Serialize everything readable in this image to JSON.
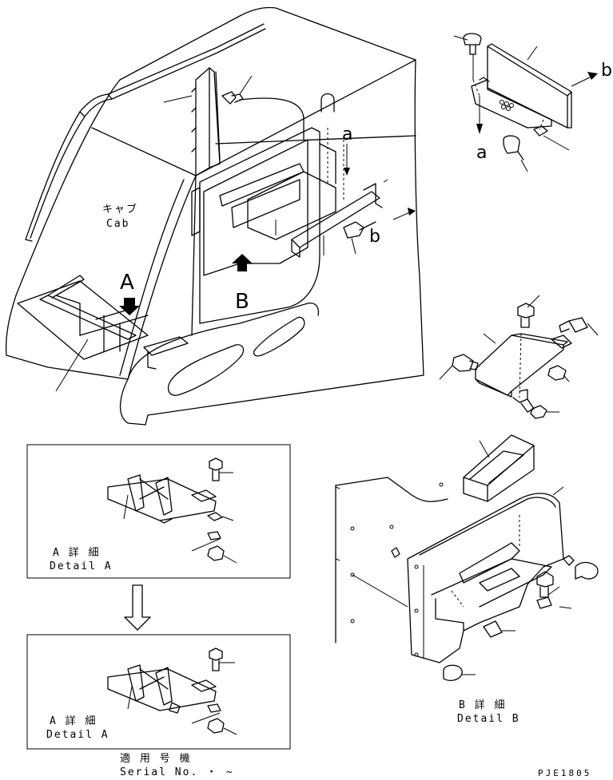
{
  "labels": {
    "cab_jp": "キャブ",
    "cab_en": "Cab",
    "view_a": "A",
    "view_b": "B",
    "arrow_a": "a",
    "arrow_b": "b",
    "detail_a_jp": "A 詳 細",
    "detail_a_en": "Detail A",
    "detail_a2_jp": "A 詳 細",
    "detail_a2_en": "Detail A",
    "detail_b_jp": "B 詳 細",
    "detail_b_en": "Detail B",
    "serial_jp": "適 用 号 機",
    "serial_en": "Serial No.  ・ ~",
    "drawing_code": "PJE1805"
  }
}
